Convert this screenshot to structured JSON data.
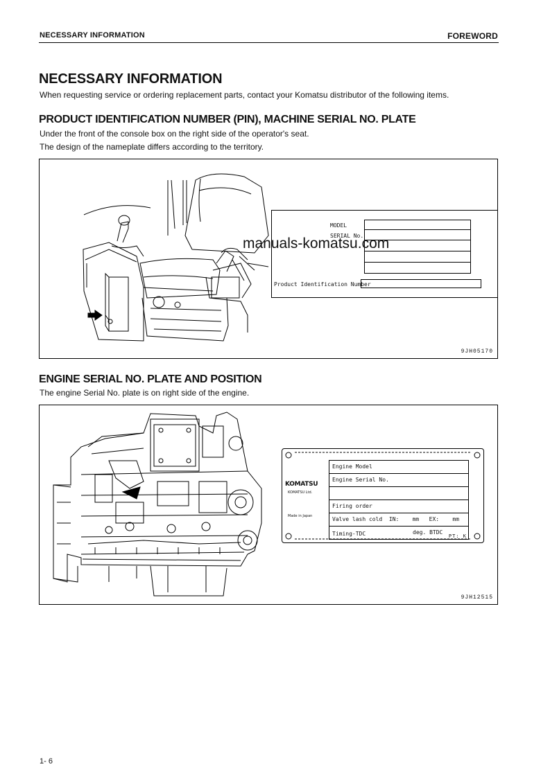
{
  "header": {
    "left": "NECESSARY INFORMATION",
    "right": "FOREWORD"
  },
  "title": "NECESSARY INFORMATION",
  "intro": "When requesting service or ordering replacement parts, contact your Komatsu distributor of the following items.",
  "section1": {
    "heading": "PRODUCT IDENTIFICATION NUMBER (PIN), MACHINE SERIAL NO. PLATE",
    "line1": "Under the front of the console box on the right side of the operator's seat.",
    "line2": "The design of the nameplate differs according to the territory.",
    "figure_id": "9JH05170",
    "plate": {
      "model": "MODEL",
      "serial": "SERIAL No.",
      "pin": "Product Identification Number"
    }
  },
  "watermark": "manuals-komatsu.com",
  "section2": {
    "heading": "ENGINE SERIAL NO. PLATE AND POSITION",
    "line1": "The engine Serial No. plate is on right side of the engine.",
    "figure_id": "9JH12515",
    "plate": {
      "brand": "KOMATSU",
      "company": "KOMATSU Ltd.",
      "made": "Made in Japan",
      "engine_model": "Engine Model",
      "engine_serial": "Engine Serial No.",
      "firing": "Firing order",
      "valve": "Valve lash cold  IN:    mm   EX:    mm",
      "timing": "Timing-TDC",
      "timing_unit": "deg. BTDC",
      "pt": "PT: K"
    }
  },
  "page_number": "1- 6"
}
